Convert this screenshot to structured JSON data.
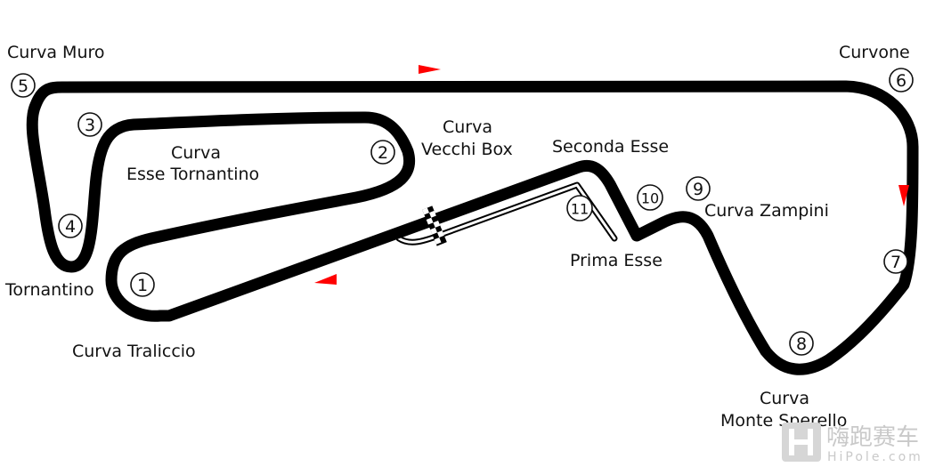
{
  "colors": {
    "track": "#000000",
    "direction": "#ff0000",
    "text": "#111111",
    "watermark": "#c9c9c9"
  },
  "corners": [
    {
      "number": "1",
      "name": "Curva Traliccio"
    },
    {
      "number": "2",
      "name_lines": [
        "Curva",
        "Vecchi Box"
      ]
    },
    {
      "number": "3",
      "name_lines": [
        "Curva",
        "Esse Tornantino"
      ]
    },
    {
      "number": "4",
      "name": "Tornantino"
    },
    {
      "number": "5",
      "name": "Curva Muro"
    },
    {
      "number": "6",
      "name": "Curvone"
    },
    {
      "number": "7"
    },
    {
      "number": "8",
      "name_lines": [
        "Curva",
        "Monte Sperello"
      ]
    },
    {
      "number": "9",
      "name": "Curva Zampini"
    },
    {
      "number": "10",
      "name": "Seconda Esse"
    },
    {
      "number": "11",
      "name": "Prima Esse"
    }
  ],
  "watermark": {
    "cn": "嗨跑赛车",
    "en": "HiPole.com",
    "icon": "hipole-logo-icon"
  },
  "icons": [
    "start-finish-flag-icon",
    "direction-arrow-icon"
  ]
}
